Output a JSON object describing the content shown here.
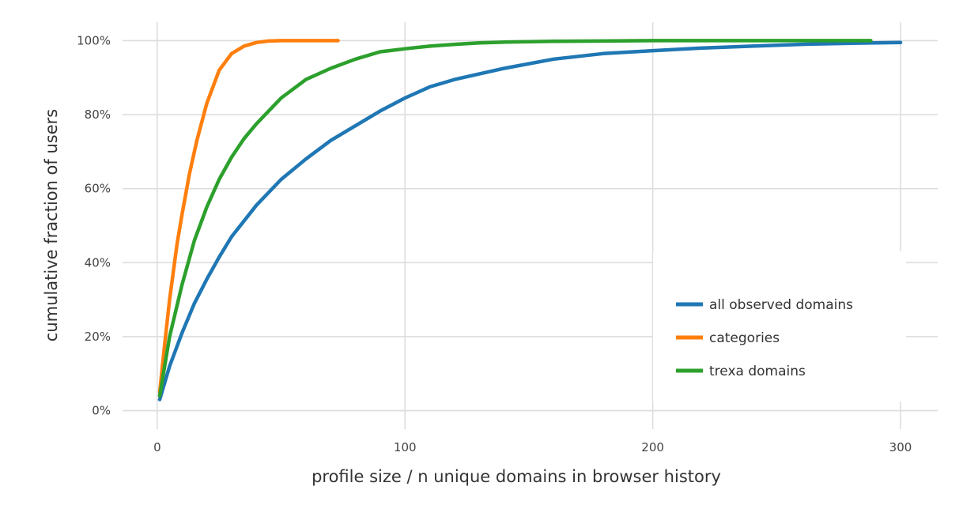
{
  "chart_data": {
    "type": "line",
    "title": "",
    "xlabel": "profile size / n unique domains in browser history",
    "ylabel": "cumulative fraction of users",
    "xlim": [
      -14,
      315
    ],
    "ylim": [
      -0.05,
      1.05
    ],
    "x_ticks": [
      0,
      100,
      200,
      300
    ],
    "y_ticks": [
      0,
      0.2,
      0.4,
      0.6,
      0.8,
      1.0
    ],
    "y_tick_labels": [
      "0%",
      "20%",
      "40%",
      "60%",
      "80%",
      "100%"
    ],
    "grid": true,
    "legend_position": "lower-right",
    "series": [
      {
        "name": "all observed domains",
        "color": "#1f77b4",
        "x": [
          1,
          5,
          10,
          15,
          20,
          25,
          30,
          40,
          50,
          60,
          70,
          80,
          90,
          100,
          110,
          120,
          140,
          160,
          180,
          200,
          220,
          240,
          260,
          280,
          300
        ],
        "y": [
          0.03,
          0.12,
          0.21,
          0.29,
          0.355,
          0.415,
          0.47,
          0.555,
          0.625,
          0.68,
          0.73,
          0.77,
          0.81,
          0.845,
          0.875,
          0.895,
          0.925,
          0.95,
          0.965,
          0.973,
          0.98,
          0.985,
          0.99,
          0.993,
          0.995
        ]
      },
      {
        "name": "categories",
        "color": "#ff7f0e",
        "x": [
          1,
          3,
          5,
          8,
          10,
          13,
          16,
          20,
          25,
          30,
          35,
          40,
          45,
          50,
          55,
          60,
          65,
          73
        ],
        "y": [
          0.05,
          0.18,
          0.3,
          0.45,
          0.53,
          0.64,
          0.73,
          0.83,
          0.92,
          0.965,
          0.985,
          0.995,
          0.999,
          1.0,
          1.0,
          1.0,
          1.0,
          1.0
        ]
      },
      {
        "name": "trexa domains",
        "color": "#2ca02c",
        "x": [
          1,
          5,
          10,
          15,
          20,
          25,
          30,
          35,
          40,
          50,
          60,
          70,
          80,
          90,
          100,
          110,
          120,
          130,
          140,
          160,
          180,
          200,
          240,
          288
        ],
        "y": [
          0.04,
          0.2,
          0.34,
          0.46,
          0.55,
          0.625,
          0.685,
          0.735,
          0.775,
          0.845,
          0.895,
          0.925,
          0.95,
          0.97,
          0.978,
          0.985,
          0.99,
          0.994,
          0.996,
          0.998,
          0.999,
          1.0,
          1.0,
          1.0
        ]
      }
    ]
  }
}
